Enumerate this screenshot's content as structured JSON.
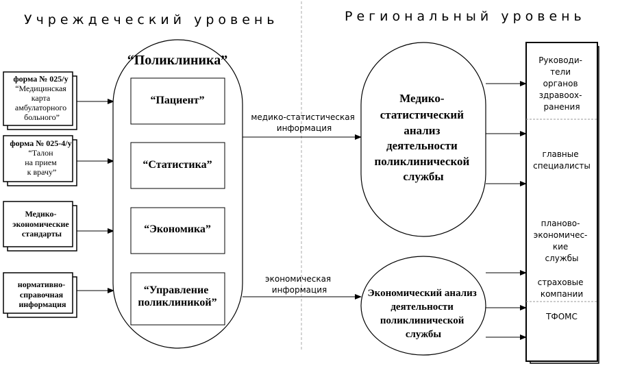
{
  "sections": {
    "left": "Учреждеческий уровень",
    "right": "Региональный уровень"
  },
  "sources": [
    {
      "lines": [
        "форма № 025/у",
        "“Медицинская",
        "карта",
        "амбулаторного",
        "больного”"
      ]
    },
    {
      "lines": [
        "форма № 025-4/у",
        "“Талон",
        "на прием",
        "к врачу”"
      ]
    },
    {
      "lines": [
        "Медико-",
        "экономические",
        "стандарты"
      ]
    },
    {
      "lines": [
        "нормативно-",
        "справочная",
        "информация"
      ]
    }
  ],
  "clinic": {
    "title": "“Поликлиника”",
    "modules": [
      {
        "lines": [
          "“Пациент”"
        ]
      },
      {
        "lines": [
          "“Статистика”"
        ]
      },
      {
        "lines": [
          "“Экономика”"
        ]
      },
      {
        "lines": [
          "“Управление",
          "поликлиникой”"
        ]
      }
    ]
  },
  "flows": {
    "top": [
      "медико-статистическая",
      "информация"
    ],
    "bottom": [
      "экономическая",
      "информация"
    ]
  },
  "analyses": {
    "medical": [
      "Медико-",
      "статистический",
      "анализ",
      "деятельности",
      "поликлинической",
      "службы"
    ],
    "economic": [
      "Экономический анализ",
      "деятельности",
      "поликлинической",
      "службы"
    ]
  },
  "recipients": [
    {
      "lines": [
        "Руководи-",
        "тели",
        "органов",
        "здравоох-",
        "ранения"
      ]
    },
    {
      "lines": [
        "главные",
        "специалисты"
      ]
    },
    {
      "lines": [
        "планово-",
        "экономичес-",
        "кие",
        "службы"
      ]
    },
    {
      "lines": [
        "страховые",
        "компании"
      ]
    },
    {
      "lines": [
        "ТФОМС"
      ]
    }
  ]
}
